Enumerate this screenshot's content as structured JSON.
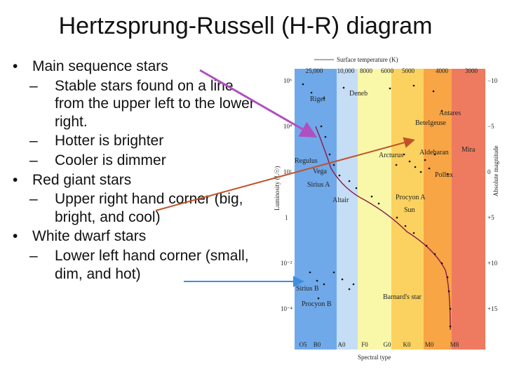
{
  "slide": {
    "title": "Hertzsprung-Russell (H-R) diagram",
    "bullets": [
      {
        "text": "Main sequence stars",
        "subs": [
          "Stable stars found on a line from the upper left to the lower right.",
          "Hotter is brighter",
          "Cooler is dimmer"
        ]
      },
      {
        "text": "Red giant stars",
        "subs": [
          "Upper right hand corner (big, bright, and cool)"
        ]
      },
      {
        "text": "White dwarf stars",
        "subs": [
          "Lower left hand corner (small, dim, and hot)"
        ]
      }
    ]
  },
  "hr_diagram": {
    "top_axis_label": "Surface temperature (K)",
    "temperatures": [
      "25,000",
      "10,000",
      "8000",
      "6000",
      "5000",
      "4000",
      "3000"
    ],
    "left_axis_label": "Luminosity (L☉)",
    "luminosity_ticks": [
      "10⁶",
      "10⁴",
      "10²",
      "1",
      "10⁻²",
      "10⁻⁴"
    ],
    "right_axis_label": "Absolute magnitude",
    "magnitude_ticks": [
      "−10",
      "−5",
      "0",
      "+5",
      "+10",
      "+15"
    ],
    "bottom_axis_label": "Spectral type",
    "spectral_types": [
      "O5",
      "B0",
      "A0",
      "F0",
      "G0",
      "K0",
      "M0",
      "M8"
    ],
    "stars": [
      "Rigel",
      "Deneb",
      "Betelgeuse",
      "Antares",
      "Regulus",
      "Vega",
      "Sirius A",
      "Arcturus",
      "Aldebaran",
      "Mira",
      "Pollux",
      "Procyon A",
      "Altair",
      "Sun",
      "Sirius B",
      "Procyon B",
      "Barnard's star"
    ],
    "band_colors": [
      "#6fa9ea",
      "#c5ddf5",
      "#f9f7a8",
      "#fbd25f",
      "#f7a545",
      "#ee7b5f"
    ],
    "arrow_colors": {
      "main_sequence": "#b04fc0",
      "red_giant": "#c0522a",
      "white_dwarf": "#3d8fe0"
    }
  }
}
